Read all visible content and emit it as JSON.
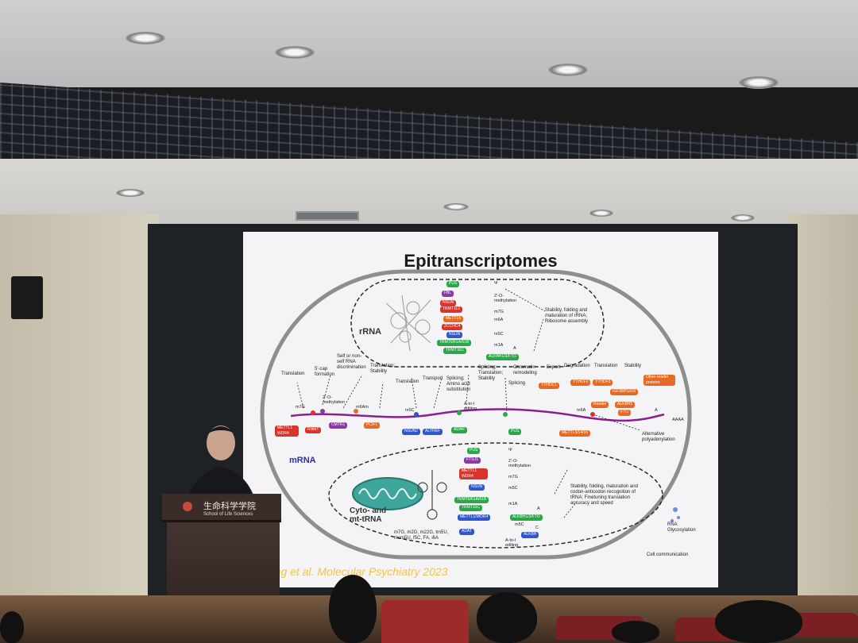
{
  "slide": {
    "title": "Epitranscriptomes",
    "citation": "Cheng et al. Molecular Psychiatry 2023",
    "regions": {
      "rrna": "rRNA",
      "mrna": "mRNA",
      "trna": "Cyto- and\nmt-tRNA"
    },
    "rrna_enzymes": [
      "PUS",
      "FBL",
      "NSUN",
      "TRMT112",
      "METTL5",
      "ZCCHC4",
      "NSUN",
      "TRMT6/61A/61B",
      "TRMT10C",
      "ALKBH1/3/FTO"
    ],
    "rrna_mods": [
      "Ψ",
      "2'-O-methylation",
      "m7G",
      "m6A",
      "m5C",
      "m1A",
      "A"
    ],
    "rrna_function": "Stability, folding and maturation of rRNA; Ribosome assembly",
    "mrna_functions": [
      "Translation",
      "5'-cap formation",
      "Self or non-self RNA discrimination",
      "Translation; Stability",
      "Translation",
      "Transport",
      "Splicing; Amino acid substitution",
      "Splicing; Translation; Stability",
      "Chromatin remodeling",
      "Splicing",
      "Export",
      "Degradation",
      "Translation",
      "Stability"
    ],
    "mrna_mods": [
      "m7G",
      "2'-O-methylation",
      "m6Am",
      "m5C",
      "A-to-I editing",
      "m6A",
      "A"
    ],
    "mrna_enzymes": [
      "METTL1 WDR4",
      "RNMT",
      "CMTR1",
      "PCIF1",
      "NSUN2",
      "ALYREF",
      "ADAR",
      "PUS",
      "YTHDC1",
      "YTHDF2",
      "YTHDF3",
      "IGF2BP1/2/3",
      "Other reader proteins",
      "Reader",
      "ALKBH5",
      "FTO",
      "METTL3/14/16"
    ],
    "mrna_extra": [
      "AAAA",
      "Alternative polyadenylation"
    ],
    "trna_enzymes": [
      "PUS",
      "FTSJ1",
      "METTL1 WDR4",
      "NSUN",
      "TRMT6/61A/61B",
      "TRMT10C",
      "METTL1/WDR4",
      "ALKBH1/3/FTO",
      "ADAT",
      "ALKBH"
    ],
    "trna_mods": [
      "Ψ",
      "2'-O-methylation",
      "m7G",
      "m5C",
      "m1A",
      "A",
      "m5C",
      "C",
      "A-to-I editing"
    ],
    "trna_listed": "m7G, m2G, m22G, tm5U, mcm5U, f5C, FA, i6A",
    "trna_function": "Stability, folding, maturation and codon-anticodon recognition of tRNA; Finetuning translation accuracy and speed",
    "glyco": [
      "RNA Glycosylation",
      "Cell communication"
    ]
  },
  "podium": {
    "name_cn": "生命科学学院",
    "name_en": "School of Life Sciences"
  },
  "colors": {
    "membrane": "#8e8e8e",
    "mrna_strand": "#8a1f8f",
    "pill_green": "#2ca64a",
    "pill_red": "#d8342b",
    "pill_blue": "#2f57c9",
    "pill_purple": "#8a3aa6",
    "pill_orange": "#e56a24",
    "mito": "#3ea59b"
  }
}
